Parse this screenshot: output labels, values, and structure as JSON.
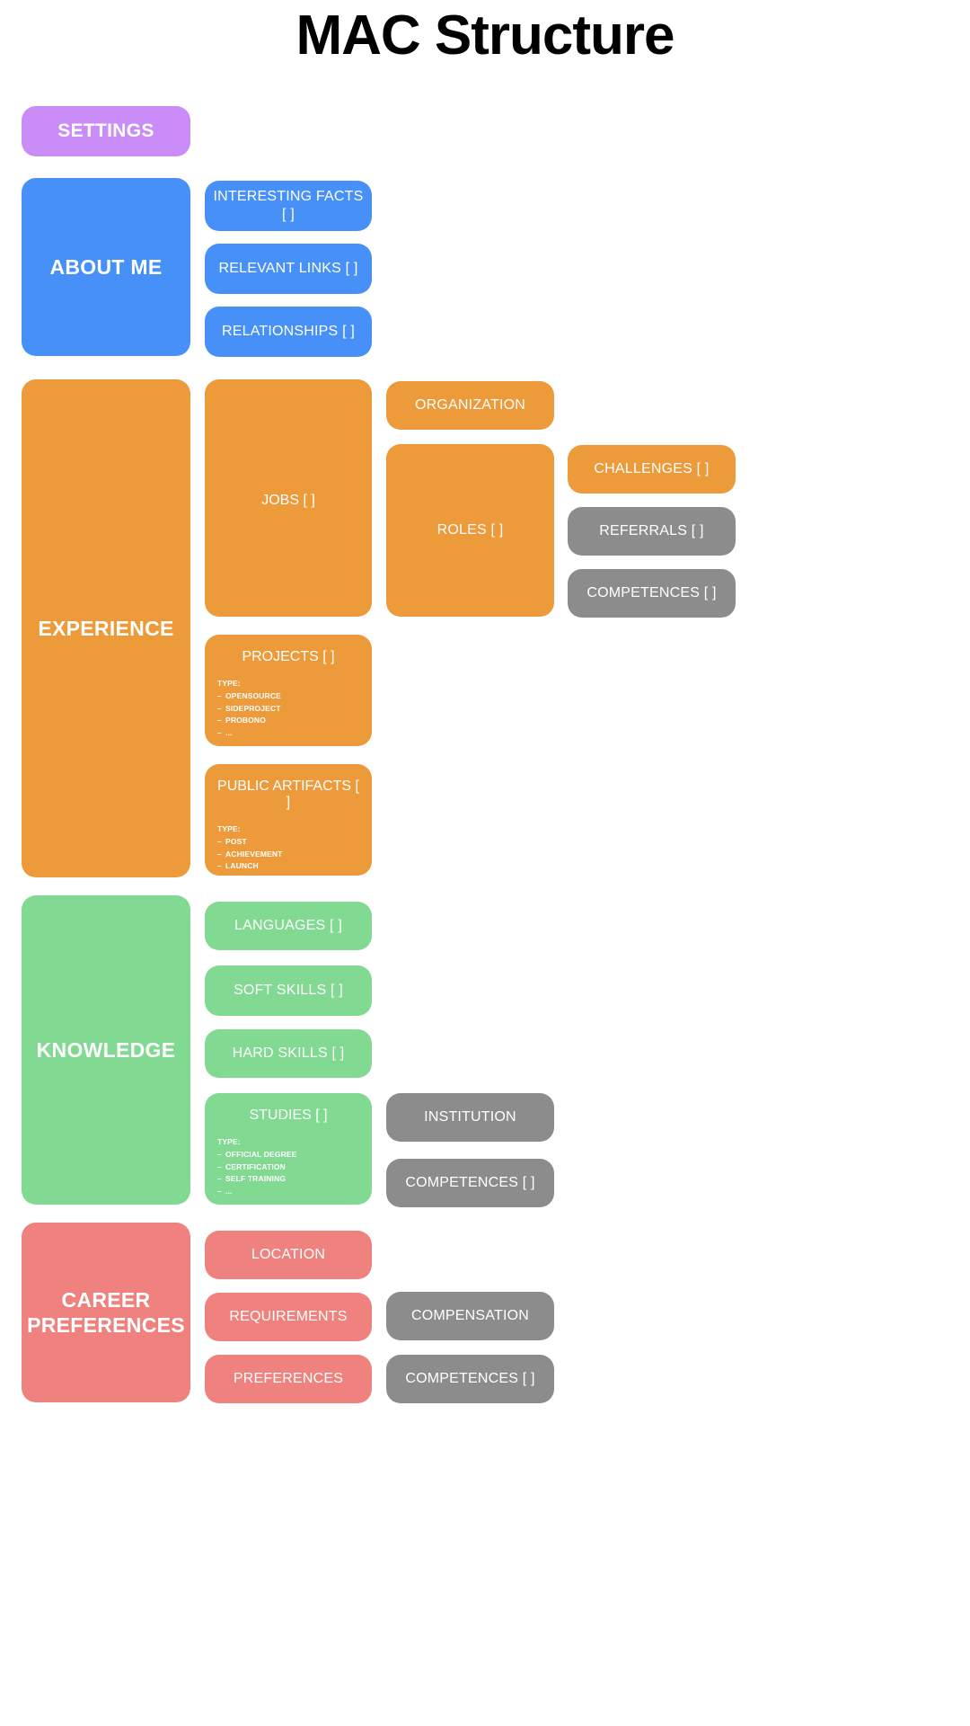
{
  "title": "MAC Structure",
  "colors": {
    "purple": "#ca8cf7",
    "blue": "#4690f7",
    "orange": "#ed9a3b",
    "green": "#81d992",
    "salmon": "#ef827e",
    "gray": "#8c8c8c",
    "text": "#ffffff",
    "title": "#000000",
    "background": "#ffffff"
  },
  "sections": {
    "settings": {
      "label": "SETTINGS"
    },
    "about_me": {
      "label": "ABOUT ME",
      "children": [
        {
          "label": "INTERESTING FACTS [ ]"
        },
        {
          "label": "RELEVANT LINKS [ ]"
        },
        {
          "label": "RELATIONSHIPS [ ]"
        }
      ]
    },
    "experience": {
      "label": "EXPERIENCE",
      "jobs": {
        "label": "JOBS [ ]"
      },
      "organization": {
        "label": "ORGANIZATION"
      },
      "roles": {
        "label": "ROLES [ ]"
      },
      "challenges": {
        "label": "CHALLENGES [ ]"
      },
      "referrals": {
        "label": "REFERRALS [ ]"
      },
      "competences": {
        "label": "COMPETENCES [ ]"
      },
      "projects": {
        "label": "PROJECTS [ ]",
        "type_heading": "TYPE:",
        "types": [
          "OPENSOURCE",
          "SIDEPROJECT",
          "PROBONO",
          "..."
        ]
      },
      "public_artifacts": {
        "label": "PUBLIC ARTIFACTS [ ]",
        "type_heading": "TYPE:",
        "types": [
          "POST",
          "ACHIEVEMENT",
          "LAUNCH",
          "..."
        ]
      }
    },
    "knowledge": {
      "label": "KNOWLEDGE",
      "languages": {
        "label": "LANGUAGES [ ]"
      },
      "soft_skills": {
        "label": "SOFT SKILLS [ ]"
      },
      "hard_skills": {
        "label": "HARD SKILLS [ ]"
      },
      "studies": {
        "label": "STUDIES [ ]",
        "type_heading": "TYPE:",
        "types": [
          "OFFICIAL DEGREE",
          "CERTIFICATION",
          "SELF TRAINING",
          "..."
        ]
      },
      "institution": {
        "label": "INSTITUTION"
      },
      "competences": {
        "label": "COMPETENCES [ ]"
      }
    },
    "career_preferences": {
      "label": "CAREER PREFERENCES",
      "location": {
        "label": "LOCATION"
      },
      "requirements": {
        "label": "REQUIREMENTS"
      },
      "preferences": {
        "label": "PREFERENCES"
      },
      "compensation": {
        "label": "COMPENSATION"
      },
      "competences": {
        "label": "COMPETENCES [ ]"
      }
    }
  }
}
